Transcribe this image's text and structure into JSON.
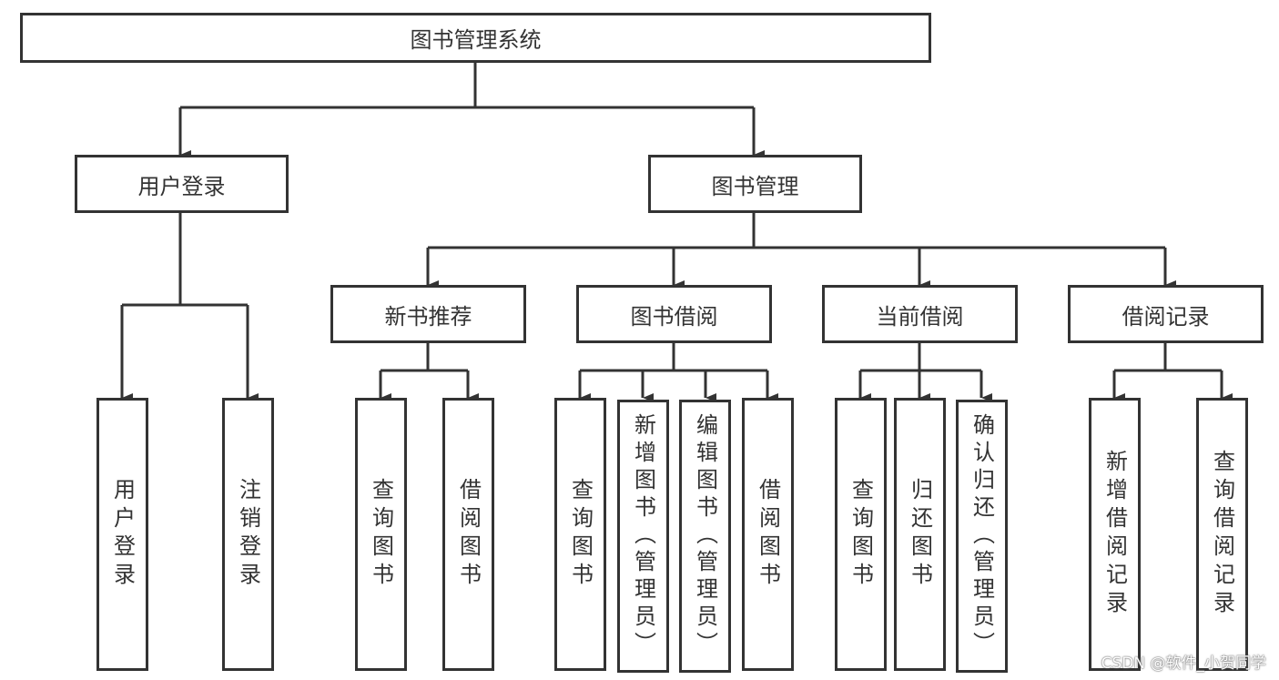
{
  "root": "图书管理系统",
  "level1": [
    {
      "label": "用户登录",
      "children": [
        "用户登录",
        "注销登录"
      ]
    },
    {
      "label": "图书管理"
    }
  ],
  "level2": [
    {
      "label": "新书推荐",
      "children": [
        "查询图书",
        "借阅图书"
      ]
    },
    {
      "label": "图书借阅",
      "children": [
        "查询图书",
        "新增图书（管理员）",
        "编辑图书（管理员）",
        "借阅图书"
      ]
    },
    {
      "label": "当前借阅",
      "children": [
        "查询图书",
        "归还图书",
        "确认归还（管理员）"
      ]
    },
    {
      "label": "借阅记录",
      "children": [
        "新增借阅记录",
        "查询借阅记录"
      ]
    }
  ],
  "watermark": "CSDN @软件_小贺同学",
  "colors": {
    "line": "#333333",
    "background": "#ffffff"
  }
}
